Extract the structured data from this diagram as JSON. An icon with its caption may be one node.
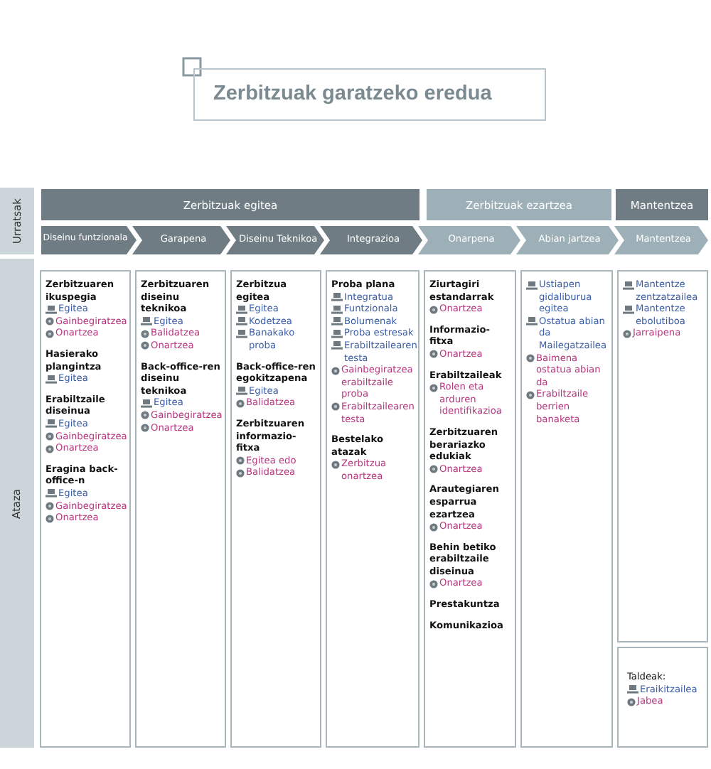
{
  "diagram": {
    "title": "Zerbitzuak garatzeko eredua",
    "nodes": [
      {
        "text": [
          "Urratsak"
        ]
      },
      {
        "text": [
          "Ataza"
        ]
      },
      {
        "text": [
          "Zerbitzuak egitea"
        ]
      },
      {
        "text": [
          "Zerbitzuak ezartzea"
        ]
      },
      {
        "text": [
          "Mantentzea"
        ]
      },
      {
        "text": [
          "Diseinu funtzionala"
        ]
      },
      {
        "text": [
          "Garapena"
        ]
      },
      {
        "text": [
          "Diseinu Teknikoa"
        ]
      },
      {
        "text": [
          "Integrazioa"
        ]
      },
      {
        "text": [
          "Onarpena"
        ]
      },
      {
        "text": [
          "Abian jartzea"
        ]
      },
      {
        "text": [
          "Mantentzea"
        ]
      },
      {
        "text": [
          "Zerbitzuaren ikuspegia",
          "Egitea",
          "Gainbegiratzea",
          "Onartzea",
          "Hasierako plangintza",
          "Egitea",
          "Erabiltzaile diseinua",
          "Egitea",
          "Gainbegiratzea",
          "Onartzea",
          "Eragina back-office-n",
          "Egitea",
          "Gainbegiratzea",
          "Onartzea"
        ]
      },
      {
        "text": [
          "Zerbitzuaren diseinu teknikoa",
          "Egitea",
          "Balidatzea",
          "Onartzea",
          "Back-office-ren diseinu teknikoa",
          "Egitea",
          "Gainbegiratzea",
          "Onartzea"
        ]
      },
      {
        "text": [
          "Zerbitzua egitea",
          "Egitea",
          "Kodetzea",
          "Banakako proba",
          "Back-office-ren egokitzapena",
          "Egitea",
          "Balidatzea",
          "Zerbitzuaren informazio-fitxa",
          "Egitea edo",
          "Balidatzea"
        ]
      },
      {
        "text": [
          "Proba plana",
          "Integratua",
          "Funtzionala",
          "Bolumenak",
          "Proba estresak",
          "Erabiltzailearen testa",
          "Gainbegiratzea erabiltzaile proba",
          "Erabiltzailearen testa",
          "Bestelako atazak",
          "Zerbitzua onartzea"
        ]
      },
      {
        "text": [
          "Ziurtagiri estandarrak",
          "Onartzea",
          "Informazio-fitxa",
          "Onartzea",
          "Erabiltzaileak",
          "Rolen eta arduren identifikazioa",
          "Zerbitzuaren berariazko edukiak",
          "Onartzea",
          "Arautegiaren esparrua ezartzea",
          "Onartzea",
          "Behin betiko erabiltzaile diseinua",
          "Onartzea",
          "Prestakuntza",
          "Komunikazioa"
        ]
      },
      {
        "text": [
          "Ustiapen gidaliburua egitea",
          "Ostatua abian da Mailegatzailea",
          "Baimena ostatua abian da",
          "Erabiltzaile berrien banaketa"
        ]
      },
      {
        "text": [
          "Mantentze zentzatzailea",
          "Mantentze ebolutiboa",
          "Jarraipena"
        ]
      },
      {
        "text": [
          "Taldeak:"
        ]
      }
    ],
    "legend": [
      {
        "text": "Eraikitzailea"
      },
      {
        "text": "Jabea"
      }
    ]
  }
}
